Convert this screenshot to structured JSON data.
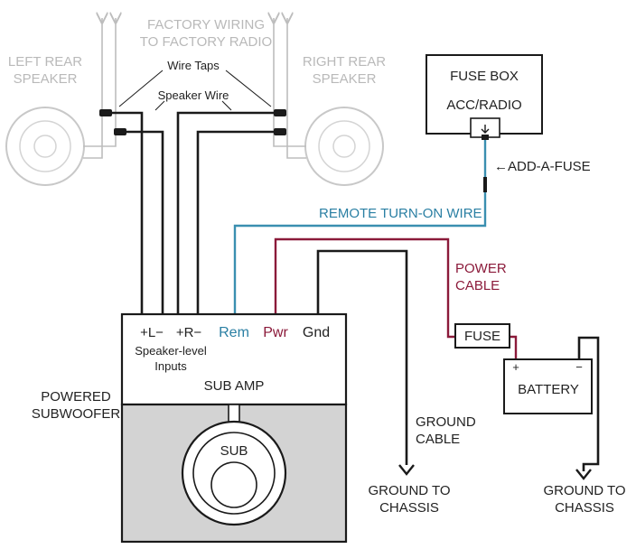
{
  "labels": {
    "factory_wiring_line1": "FACTORY WIRING",
    "factory_wiring_line2": "TO FACTORY RADIO",
    "left_speaker_line1": "LEFT REAR",
    "left_speaker_line2": "SPEAKER",
    "right_speaker_line1": "RIGHT REAR",
    "right_speaker_line2": "SPEAKER",
    "wire_taps": "Wire Taps",
    "speaker_wire": "Speaker Wire",
    "fuse_box": "FUSE BOX",
    "acc_radio": "ACC/RADIO",
    "add_a_fuse": "←ADD-A-FUSE",
    "remote_turn_on_wire": "REMOTE TURN-ON WIRE",
    "power_cable_line1": "POWER",
    "power_cable_line2": "CABLE",
    "fuse": "FUSE",
    "battery": "BATTERY",
    "battery_plus": "+",
    "battery_minus": "−",
    "terminal_left": "+L−",
    "terminal_right": "+R−",
    "terminal_rem": "Rem",
    "terminal_pwr": "Pwr",
    "terminal_gnd": "Gnd",
    "speaker_level_line1": "Speaker-level",
    "speaker_level_line2": "Inputs",
    "sub_amp": "SUB AMP",
    "powered_sub_line1": "POWERED",
    "powered_sub_line2": "SUBWOOFER",
    "sub": "SUB",
    "ground_cable_line1": "GROUND",
    "ground_cable_line2": "CABLE",
    "ground_chassis_line1": "GROUND TO",
    "ground_chassis_line2": "CHASSIS",
    "ground_chassis2_line1": "GROUND TO",
    "ground_chassis2_line2": "CHASSIS"
  },
  "colors": {
    "wire_black": "#1a1a1a",
    "factory_gray": "#bdbdbd",
    "remote_blue": "#3a8fb0",
    "power_red": "#8b1a3a",
    "sub_panel": "#d3d3d3",
    "rem_text": "#2a7fa3",
    "pwr_text": "#8b1a3a"
  }
}
